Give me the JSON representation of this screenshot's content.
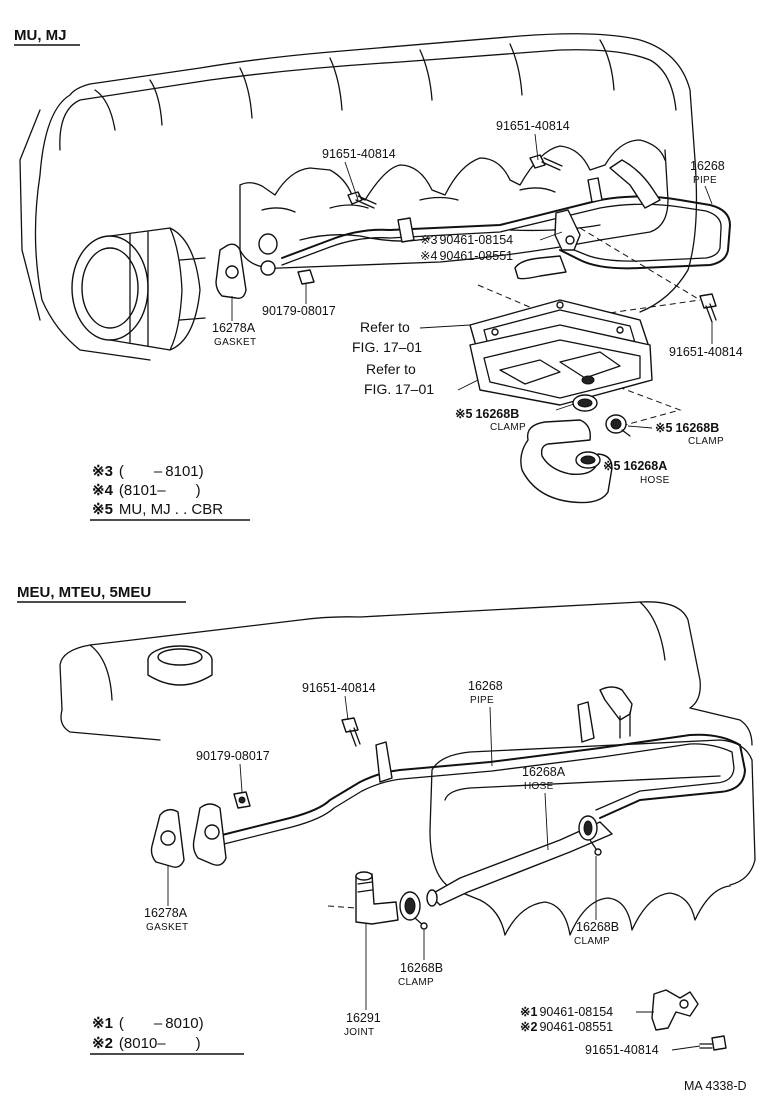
{
  "sections": {
    "top_title": "MU, MJ",
    "bottom_title": "MEU, MTEU, 5MEU"
  },
  "top": {
    "parts": {
      "bolt_left": "91651-40814",
      "bolt_right": "91651-40814",
      "pipe_num": "16268",
      "pipe_name": "PIPE",
      "bracket_a": "90461-08154",
      "bracket_a_mark": "※3",
      "bracket_b": "90461-08551",
      "bracket_b_mark": "※4",
      "nut": "90179-08017",
      "gasket_num": "16278A",
      "gasket_name": "GASKET",
      "bolt_lower": "91651-40814",
      "ref1_a": "Refer to",
      "ref1_b": "FIG. 17–01",
      "ref2_a": "Refer to",
      "ref2_b": "FIG. 17–01",
      "clamp1_mark": "※5",
      "clamp1_num": "16268B",
      "clamp1_name": "CLAMP",
      "clamp2_mark": "※5",
      "clamp2_num": "16268B",
      "clamp2_name": "CLAMP",
      "hose_mark": "※5",
      "hose_num": "16268A",
      "hose_name": "HOSE"
    },
    "notes": [
      {
        "mark": "※3",
        "text": "(  – 8101)"
      },
      {
        "mark": "※4",
        "text": "(8101–  )"
      },
      {
        "mark": "※5",
        "text": "MU, MJ . . CBR"
      }
    ]
  },
  "bottom": {
    "parts": {
      "bolt": "91651-40814",
      "pipe_num": "16268",
      "pipe_name": "PIPE",
      "nut": "90179-08017",
      "hose_num": "16268A",
      "hose_name": "HOSE",
      "gasket_num": "16278A",
      "gasket_name": "GASKET",
      "clamp_right_num": "16268B",
      "clamp_right_name": "CLAMP",
      "clamp_left_num": "16268B",
      "clamp_left_name": "CLAMP",
      "joint_num": "16291",
      "joint_name": "JOINT",
      "bracket_a_mark": "※1",
      "bracket_a": "90461-08154",
      "bracket_b_mark": "※2",
      "bracket_b": "90461-08551",
      "bolt_lower": "91651-40814"
    },
    "notes": [
      {
        "mark": "※1",
        "text": "(  – 8010)"
      },
      {
        "mark": "※2",
        "text": "(8010–  )"
      }
    ]
  },
  "figure_code": "MA  4338-D"
}
